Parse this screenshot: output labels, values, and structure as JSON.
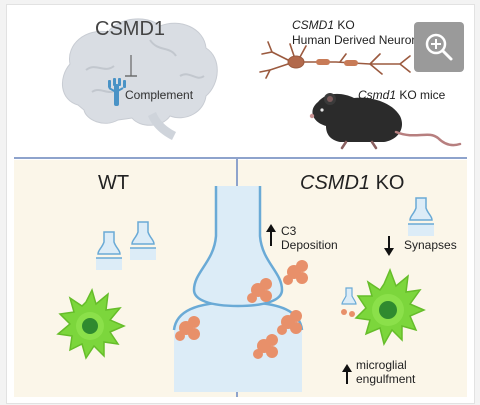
{
  "top_panel": {
    "gene_label": "CSMD1",
    "complement_label": "Complement",
    "neuron_label_italic": "CSMD1",
    "neuron_label_suffix": " KO",
    "neuron_label_line2": "Human Derived  Neurons",
    "mice_label_italic": "Csmd1",
    "mice_label_suffix": " KO mice"
  },
  "wt_panel": {
    "title": "WT"
  },
  "ko_panel": {
    "title_italic": "CSMD1",
    "title_suffix": " KO",
    "c3_line1": "C3",
    "c3_line2": "Deposition",
    "synapses_label": "Synapses",
    "microglial_line1": "microglial",
    "microglial_line2": "engulfment"
  },
  "colors": {
    "panel_bg": "#fbf6e9",
    "divider": "#8ea3cc",
    "brain": "#d9dde3",
    "neuron": "#9b5a3f",
    "synapse_fill": "#dcecf7",
    "synapse_line": "#6aaad6",
    "complement": "#e8906a",
    "microglia": "#7cd63c",
    "microglia_nucleus": "#2f8a2f"
  },
  "icons": {
    "zoom": "zoom-in-icon"
  }
}
